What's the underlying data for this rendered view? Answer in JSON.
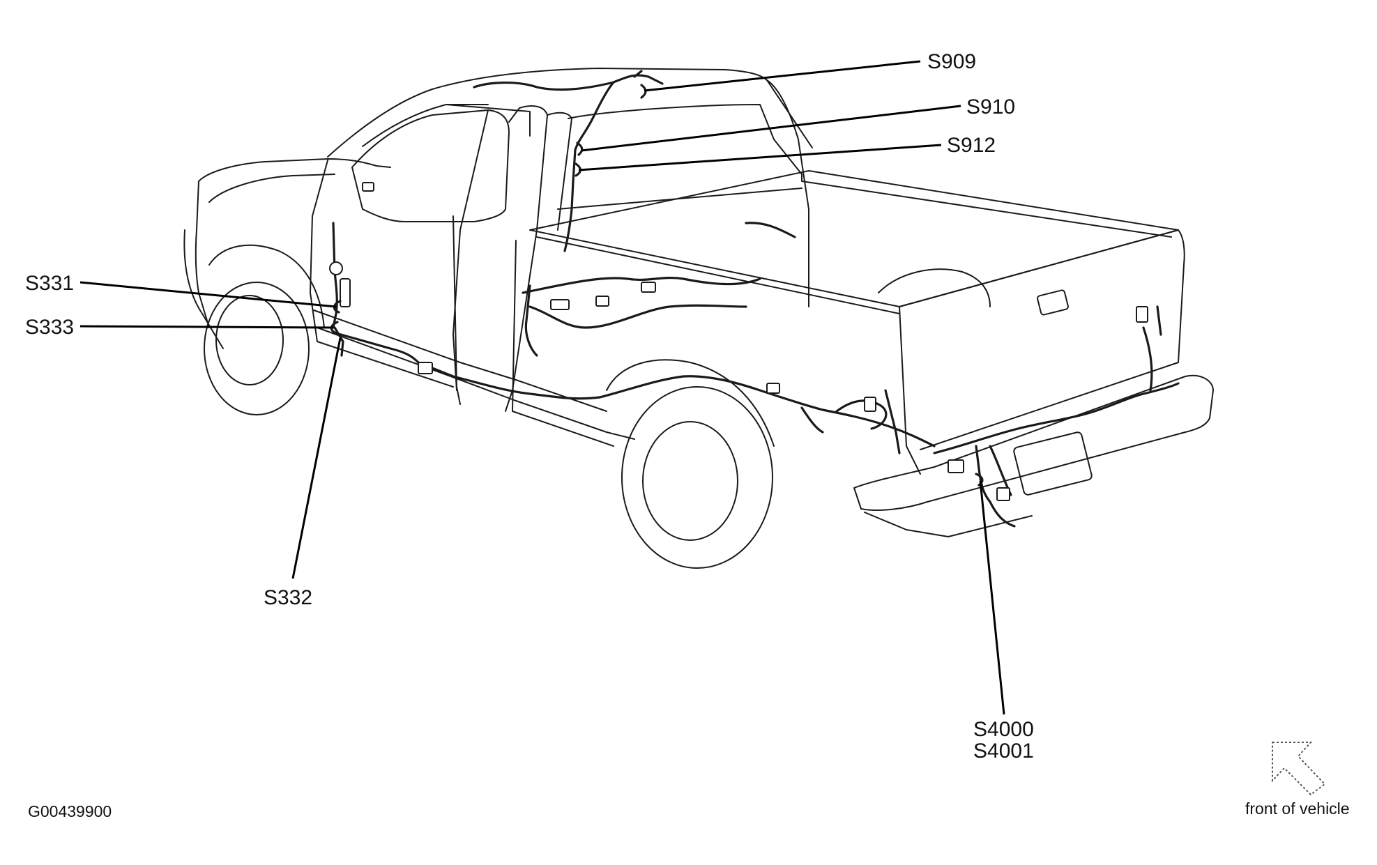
{
  "labels": {
    "s909": "S909",
    "s910": "S910",
    "s912": "S912",
    "s331": "S331",
    "s333": "S333",
    "s332": "S332",
    "s4000": "S4000",
    "s4001": "S4001",
    "figure_id": "G00439900",
    "orientation": "front of vehicle"
  },
  "icons": {
    "orientation_arrow": "dashed-arrow-icon"
  },
  "colors": {
    "line": "#1a1a1a",
    "background": "#ffffff"
  }
}
